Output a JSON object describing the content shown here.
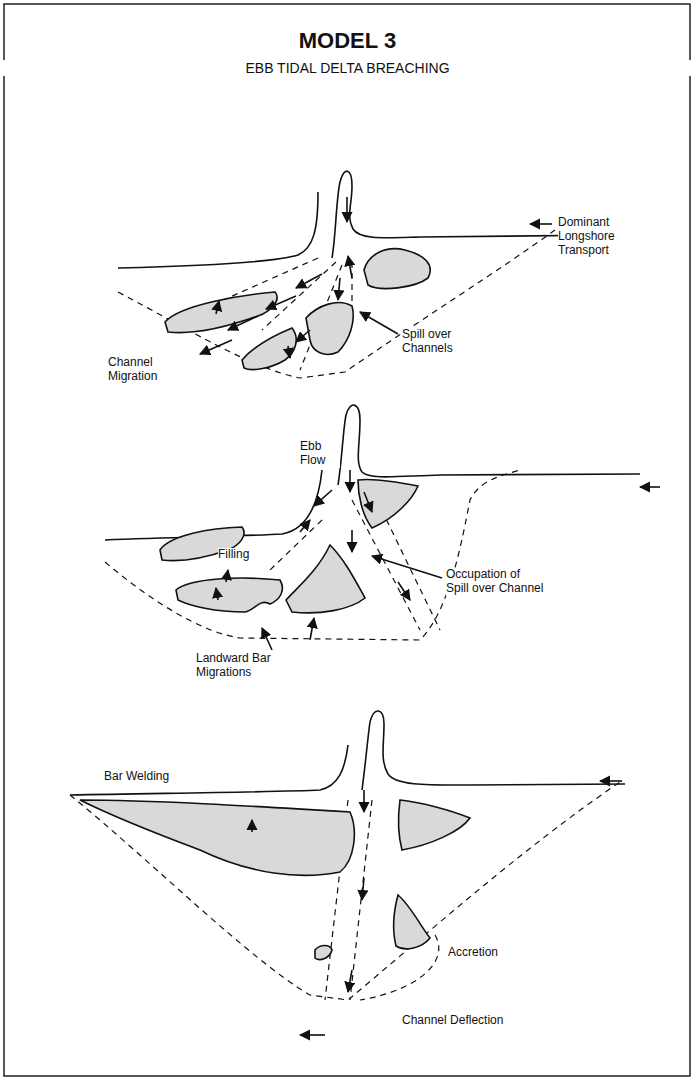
{
  "diagram": {
    "title": "MODEL 3",
    "labels": [
      "EBB TIDAL DELTA BREACHING",
      "Dominant Longshore Transport",
      "Channel Migration",
      "Spill over Channels",
      "Ebb Flow",
      "Filling",
      "Occupation of Spill over Channel",
      "Landward Bar Migrations",
      "Bar Welding",
      "Accretion",
      "Channel Deflection"
    ]
  }
}
